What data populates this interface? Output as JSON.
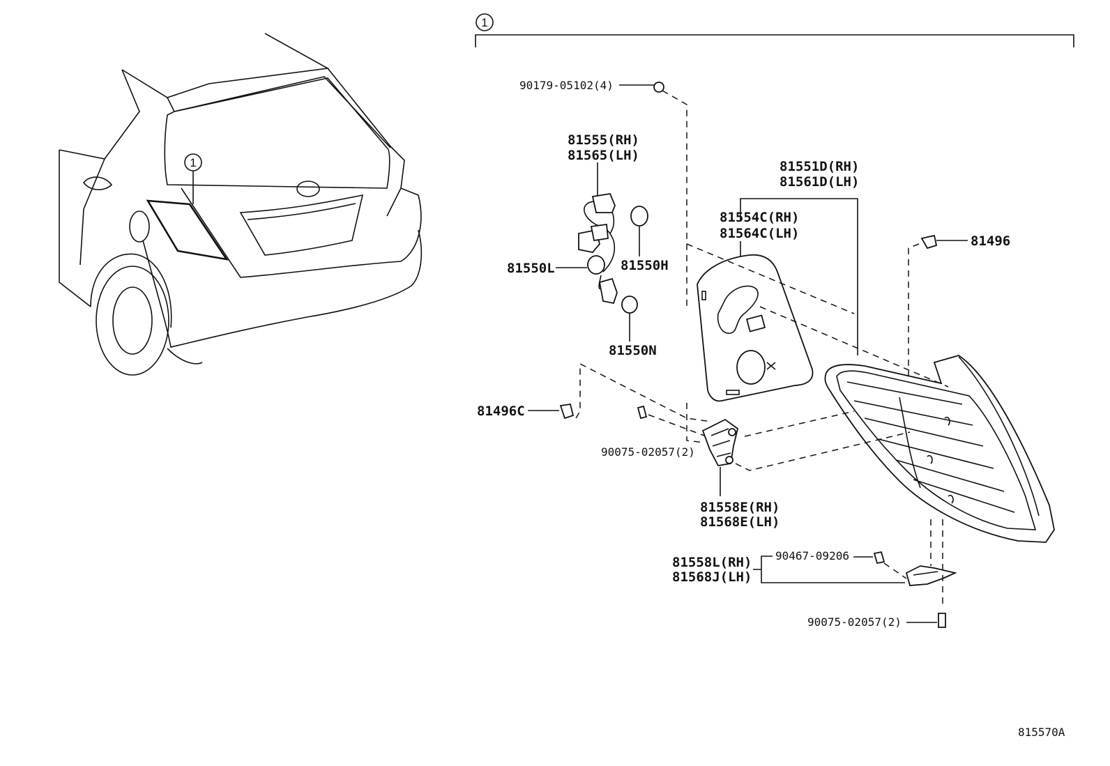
{
  "callout_number": "1",
  "diagram_code": "815570A",
  "labels": {
    "screw_90179": "90179-05102(4)",
    "socket_81555": "81555(RH)",
    "socket_81565": "81565(LH)",
    "lamp_81551d": "81551D(RH)",
    "lamp_81561d": "81561D(LH)",
    "gasket_81554c": "81554C(RH)",
    "gasket_81564c": "81564C(LH)",
    "clip_81496": "81496",
    "bulb_81550l": "81550L",
    "bulb_81550h": "81550H",
    "bulb_81550n": "81550N",
    "clip_81496c": "81496C",
    "screw_90075_a": "90075-02057(2)",
    "bracket_81558e": "81558E(RH)",
    "bracket_81568e": "81568E(LH)",
    "bracket_81558l": "81558L(RH)",
    "bracket_81568j": "81568J(LH)",
    "nut_90467": "90467-09206",
    "screw_90075_b": "90075-02057(2)"
  }
}
